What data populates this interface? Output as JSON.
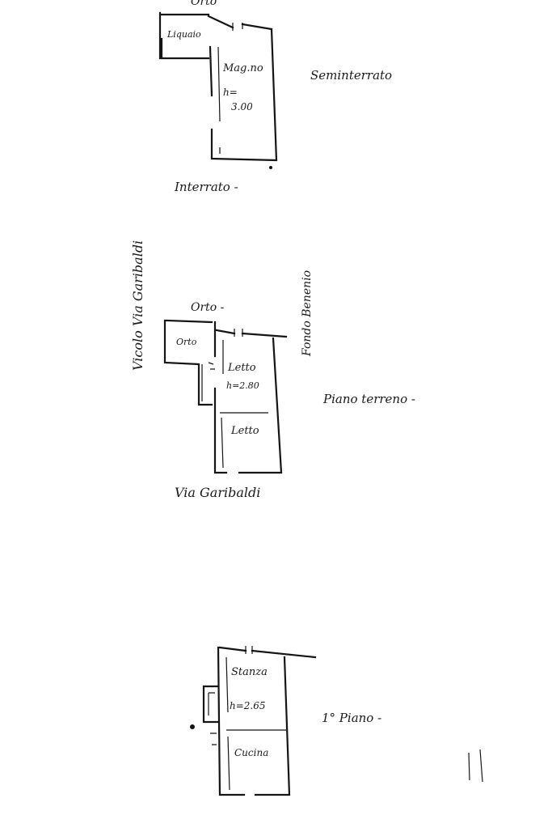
{
  "labels": {
    "top_orto": "Orto",
    "liquaio": "Liquaio",
    "magazzino": "Mag.no",
    "magazzino_h": "h=",
    "magazzino_h_val": "3.00",
    "seminterrato": "Seminterrato",
    "interrato": "Interrato -",
    "vicolo": "Vicolo  Via  Garibaldi",
    "fondo": "Fondo Benenio",
    "mid_orto": "Orto -",
    "orto_room": "Orto",
    "letto1": "Letto",
    "letto1_h": "h=2.80",
    "letto2": "Letto",
    "piano_terreno": "Piano terreno -",
    "via_garibaldi": "Via Garibaldi",
    "stanza": "Stanza",
    "stanza_h": "h=2.65",
    "cucina": "Cucina",
    "primo_piano": "1° Piano -"
  },
  "colors": {
    "ink": "#151515",
    "paper": "#ffffff"
  }
}
